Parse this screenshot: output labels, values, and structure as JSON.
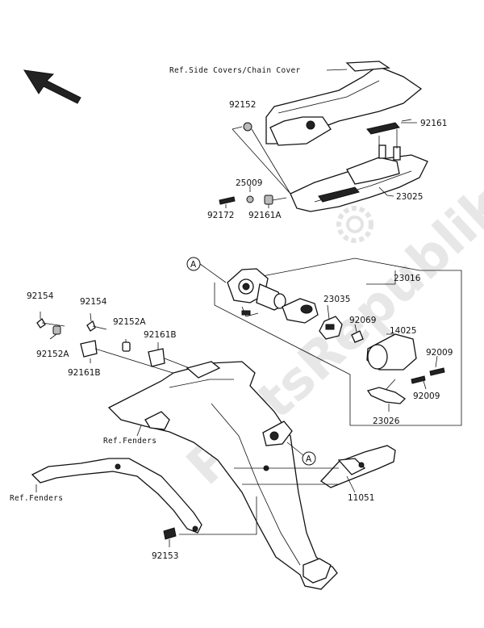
{
  "refs": {
    "side_covers": "Ref.Side Covers/Chain Cover",
    "fenders_1": "Ref.Fenders",
    "fenders_2": "Ref.Fenders"
  },
  "markers": {
    "a_top": "A",
    "a_bottom": "A"
  },
  "parts": {
    "p92152": "92152",
    "p92161": "92161",
    "p25009": "25009",
    "p23025": "23025",
    "p92172": "92172",
    "p92161A": "92161A",
    "p23016": "23016",
    "p23035": "23035",
    "p92069": "92069",
    "p14025": "14025",
    "p92009a": "92009",
    "p92009b": "92009",
    "p23026": "23026",
    "p92154a": "92154",
    "p92154b": "92154",
    "p92152A_a": "92152A",
    "p92152A_b": "92152A",
    "p92161B_a": "92161B",
    "p92161B_b": "92161B",
    "p11051": "11051",
    "p92153": "92153"
  },
  "watermark": "PartsRepublik"
}
